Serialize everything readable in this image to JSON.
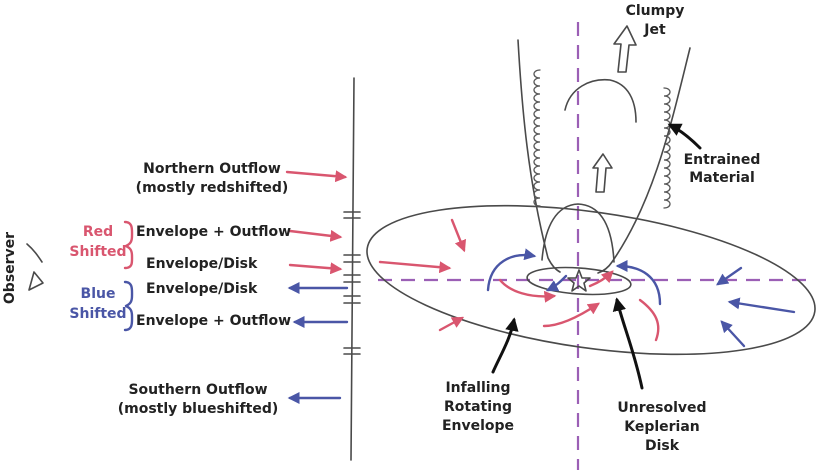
{
  "labels": {
    "clumpy_jet": [
      "Clumpy",
      "Jet"
    ],
    "entrained_material": [
      "Entrained",
      "Material"
    ],
    "northern_outflow": [
      "Northern Outflow",
      "(mostly redshifted)"
    ],
    "red_shifted": [
      "Red",
      "Shifted"
    ],
    "blue_shifted": [
      "Blue",
      "Shifted"
    ],
    "observer": "Observer",
    "spectra": [
      "Envelope + Outflow",
      "Envelope/Disk",
      "Envelope/Disk",
      "Envelope + Outflow"
    ],
    "southern_outflow": [
      "Southern Outflow",
      "(mostly blueshifted)"
    ],
    "infalling_envelope": [
      "Infalling",
      "Rotating",
      "Envelope"
    ],
    "unresolved_disk": [
      "Unresolved",
      "Keplerian",
      "Disk"
    ]
  },
  "colors": {
    "redshift": "#d9566f",
    "blueshift": "#4a56a6",
    "axis": "#9b5fb5",
    "ink": "#4a4a4a",
    "callout": "#111111"
  }
}
